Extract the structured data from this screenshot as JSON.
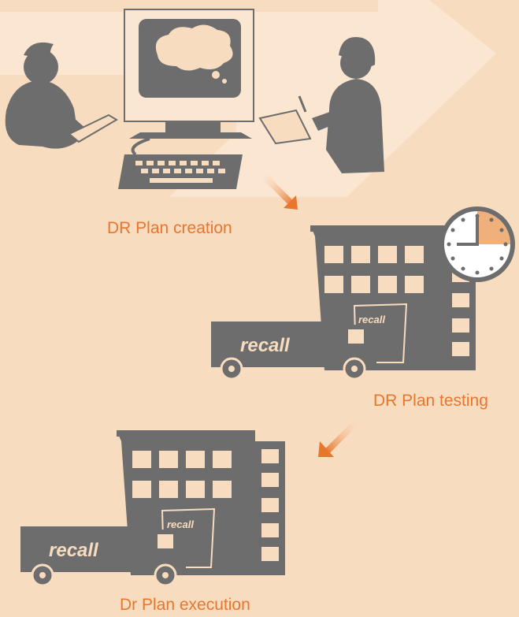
{
  "colors": {
    "background": "#f8dcc0",
    "band": "#fbe6d2",
    "silhouette": "#6d6d6d",
    "accent": "#e8762d",
    "clock_highlight": "#f0b07c"
  },
  "steps": [
    {
      "label": "DR Plan creation",
      "icon": "people-computer-icon"
    },
    {
      "label": "DR Plan testing",
      "icon": "building-truck-clock-icon"
    },
    {
      "label": "Dr Plan execution",
      "icon": "building-truck-icon"
    }
  ],
  "brand": {
    "truck_text": "recall",
    "building_text": "recall"
  }
}
